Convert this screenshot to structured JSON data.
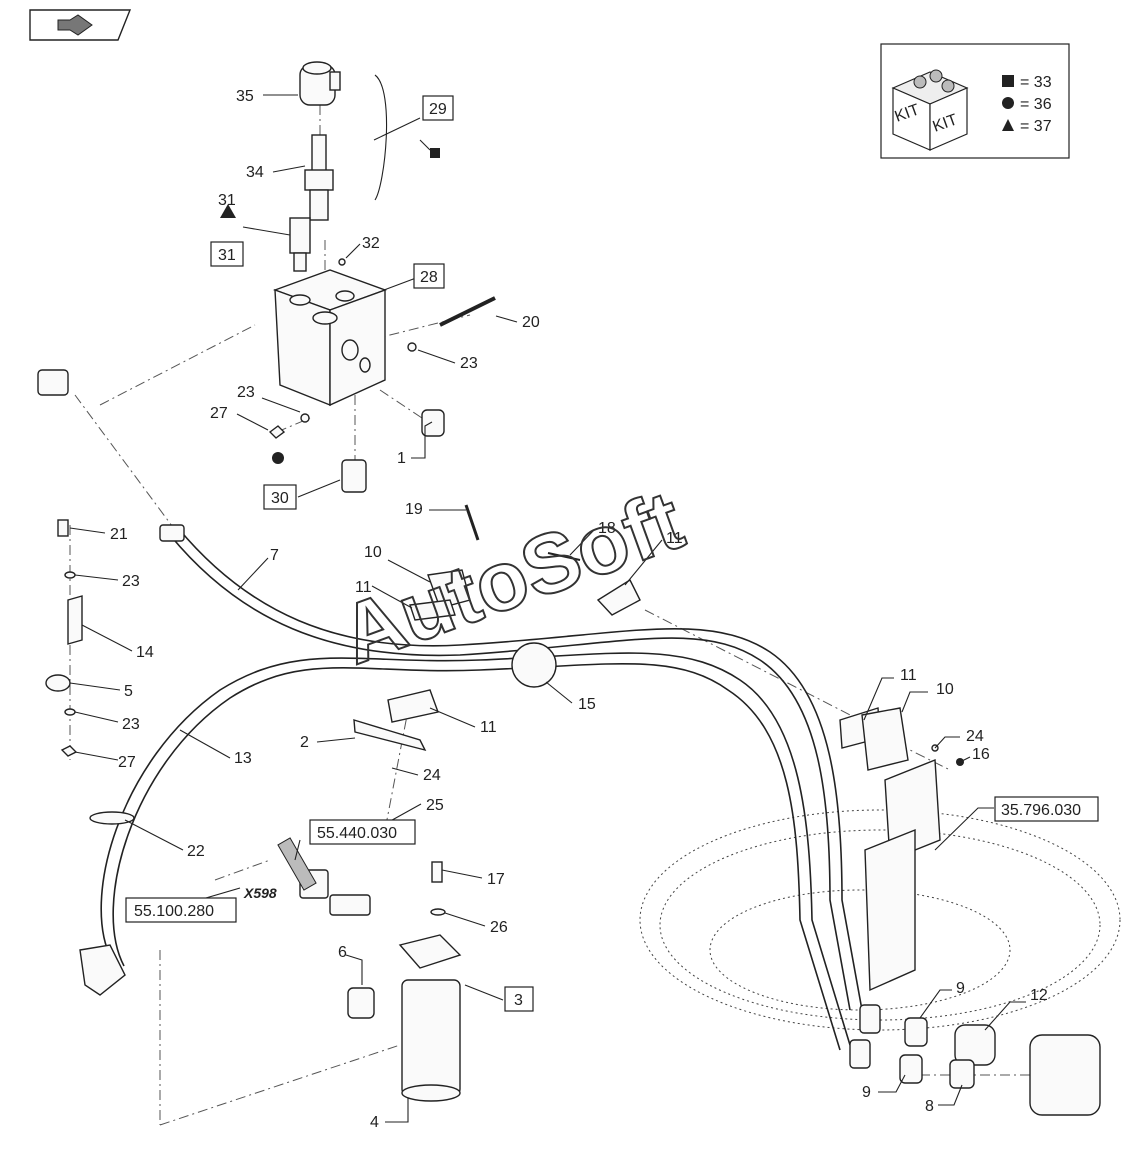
{
  "callouts": [
    {
      "text": "35"
    },
    {
      "text": "34"
    },
    {
      "text": "31"
    },
    {
      "text": "32"
    },
    {
      "text": "20"
    },
    {
      "text": "23"
    },
    {
      "text": "23"
    },
    {
      "text": "27"
    },
    {
      "text": "1"
    },
    {
      "text": "30"
    },
    {
      "text": "19"
    },
    {
      "text": "18"
    },
    {
      "text": "11"
    },
    {
      "text": "10"
    },
    {
      "text": "11"
    },
    {
      "text": "7"
    },
    {
      "text": "21"
    },
    {
      "text": "23"
    },
    {
      "text": "14"
    },
    {
      "text": "5"
    },
    {
      "text": "23"
    },
    {
      "text": "27"
    },
    {
      "text": "13"
    },
    {
      "text": "2"
    },
    {
      "text": "11"
    },
    {
      "text": "24"
    },
    {
      "text": "25"
    },
    {
      "text": "15"
    },
    {
      "text": "22"
    },
    {
      "text": "17"
    },
    {
      "text": "26"
    },
    {
      "text": "6"
    },
    {
      "text": "4"
    },
    {
      "text": "11"
    },
    {
      "text": "10"
    },
    {
      "text": "24"
    },
    {
      "text": "16"
    },
    {
      "text": "9"
    },
    {
      "text": "12"
    },
    {
      "text": "9"
    },
    {
      "text": "8"
    }
  ],
  "boxed_refs": [
    {
      "text": "29"
    },
    {
      "text": "28"
    },
    {
      "text": "31"
    },
    {
      "text": "30"
    },
    {
      "text": "3"
    },
    {
      "text": "55.440.030"
    },
    {
      "text": "55.100.280"
    },
    {
      "text": "35.796.030"
    }
  ],
  "connector_label": "X598",
  "kit_legend": {
    "labels": [
      "KIT",
      "KIT"
    ],
    "entries": [
      {
        "symbol": "square-icon",
        "value": "= 33"
      },
      {
        "symbol": "circle-icon",
        "value": "= 36"
      },
      {
        "symbol": "triangle-icon",
        "value": "= 37"
      }
    ]
  },
  "watermark": "AutoSoft"
}
